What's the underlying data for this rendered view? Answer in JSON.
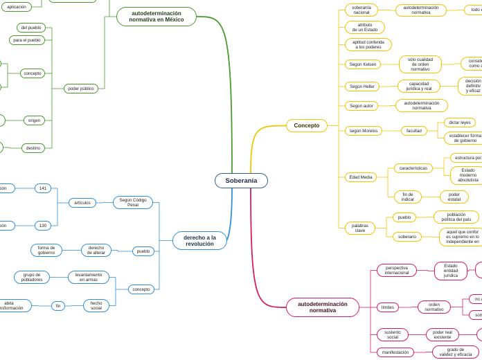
{
  "root": "Soberanía",
  "concepto": {
    "title": "Concepto",
    "soberania_nacional": "soberanía\nnacional",
    "autodeterminacion_normativa": "autodeterminación\nnormativa",
    "todo_el": "todo el",
    "atributo": "atributo\nde un Estado",
    "aptitud": "aptitud conferida\na los poderes",
    "kelsen": "Según Kelsen",
    "kelsen_child": "sólo cualidad\nde orden\nnormativo",
    "kelsen_leaf": "conside\ncomo a",
    "heller": "Según Heller",
    "heller_child": "capacidad\njurídica y real",
    "heller_leaf": "decisión\ndefinitiv\ny eficaz",
    "autor": "Según autor",
    "autor_child": "autodeterminación\nnormativa",
    "morelos": "según Morelos",
    "facultad": "facultad",
    "dictar_leyes": "dictar leyes",
    "establecer": "establecer forma\nde gobierno",
    "edad_media": "Edad Media",
    "caracteristicas": "características",
    "estructura": "estructura pol",
    "estado_moderno": "Estado\nmoderno\nabsolutista",
    "fin_indicar": "fin de\nindicar",
    "poder_estatal": "poder\nestatal",
    "palabras_clave": "palabras\nclave",
    "pueblo": "pueblo",
    "poblacion": "población\npolítica del país",
    "soberano": "soberano",
    "soberano_leaf": "aquel que confor\nes supremo en lo\nindependiente en"
  },
  "autodet_mexico": {
    "title": "autodeterminación\nnormativa en México",
    "aplicacion": "aplicación",
    "poder_publico": "poder público",
    "del_pueblo": "del pueblo",
    "para_pueblo": "para el pueblo",
    "concepto": "concepto",
    "origen": "origen",
    "destino": "destino"
  },
  "revolucion": {
    "title": "derecho a la\nrevolución",
    "codigo_penal": "Según Código\nPenal",
    "articulos": "artículos",
    "a141": "141",
    "a130": "130",
    "racion": "ración",
    "dicion": "dición",
    "pueblo": "pueblo",
    "derecho_alterar": "derecho\nde alterar",
    "forma_gobierno": "forma de\ngobierno",
    "concepto": "concepto",
    "levantamiento": "levantamiento\nen armas",
    "grupo_pobladores": "grupo de\npobladores",
    "hecho_social": "hecho\nsocial",
    "fin": "fin",
    "transformacion": "abita\ntransformación"
  },
  "autodet_normativa": {
    "title": "autodeterminación\nnormativa",
    "perspectiva": "perspectiva\ninternacional",
    "estado_entidad": "Estado\nentidad\njurídica",
    "limites": "límites",
    "orden_normativo": "orden\nnormativo",
    "no_a": "no a",
    "som": "som",
    "sustento": "sustento\nsocial",
    "poder_real": "poder real\nexistente",
    "manifestacion": "manifestación",
    "grado_validez": "grado de\nvalidez y eficacia"
  },
  "colors": {
    "concepto": "#f3c400",
    "mexico": "#4a9a2f",
    "revolucion": "#2f8fd8",
    "normativa": "#d81b60",
    "root": "#2f5f8f"
  }
}
